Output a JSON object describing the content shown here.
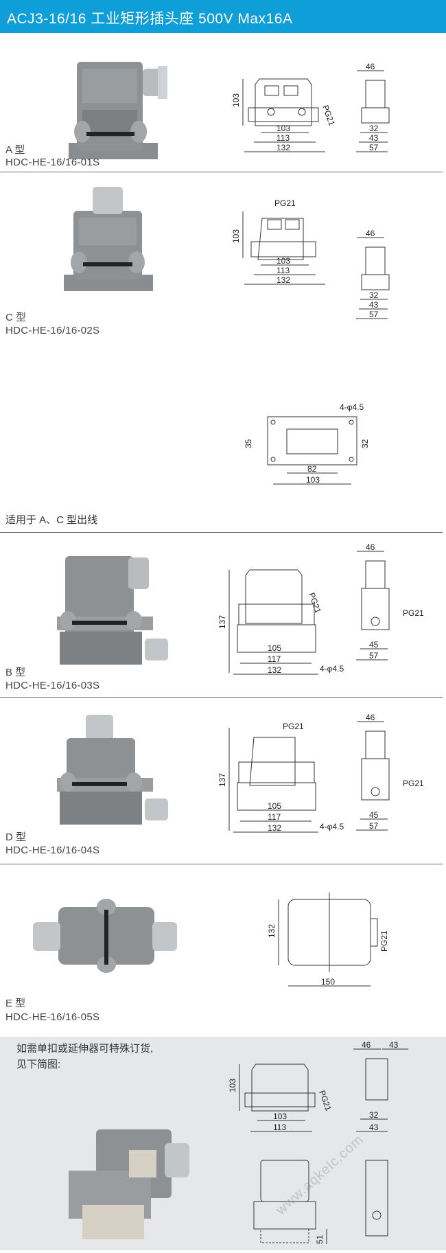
{
  "header": {
    "title": "ACJ3-16/16 工业矩形插头座  500V  Max16A"
  },
  "sections": [
    {
      "type_label": "A 型",
      "model": "HDC-HE-16/16-01S"
    },
    {
      "type_label": "C 型",
      "model": "HDC-HE-16/16-02S"
    },
    {
      "type_label": "B 型",
      "model": "HDC-HE-16/16-03S"
    },
    {
      "type_label": "D 型",
      "model": "HDC-HE-16/16-04S"
    },
    {
      "type_label": "E 型",
      "model": "HDC-HE-16/16-05S"
    }
  ],
  "cutout_note": "适用于 A、C 型出线",
  "special_order": {
    "line1": "如需单扣或延伸器可特殊订货,",
    "line2": "见下简图:"
  },
  "dims": {
    "d103": "103",
    "d113": "113",
    "d132": "132",
    "d46": "46",
    "d32": "32",
    "d43": "43",
    "d57": "57",
    "pg21": "PG21",
    "d35": "35",
    "d82": "82",
    "hole4": "4-φ4.5",
    "d137": "137",
    "d105": "105",
    "d117": "117",
    "d45": "45",
    "d150": "150",
    "d51": "51"
  },
  "watermark": "www.aqkelc.com"
}
